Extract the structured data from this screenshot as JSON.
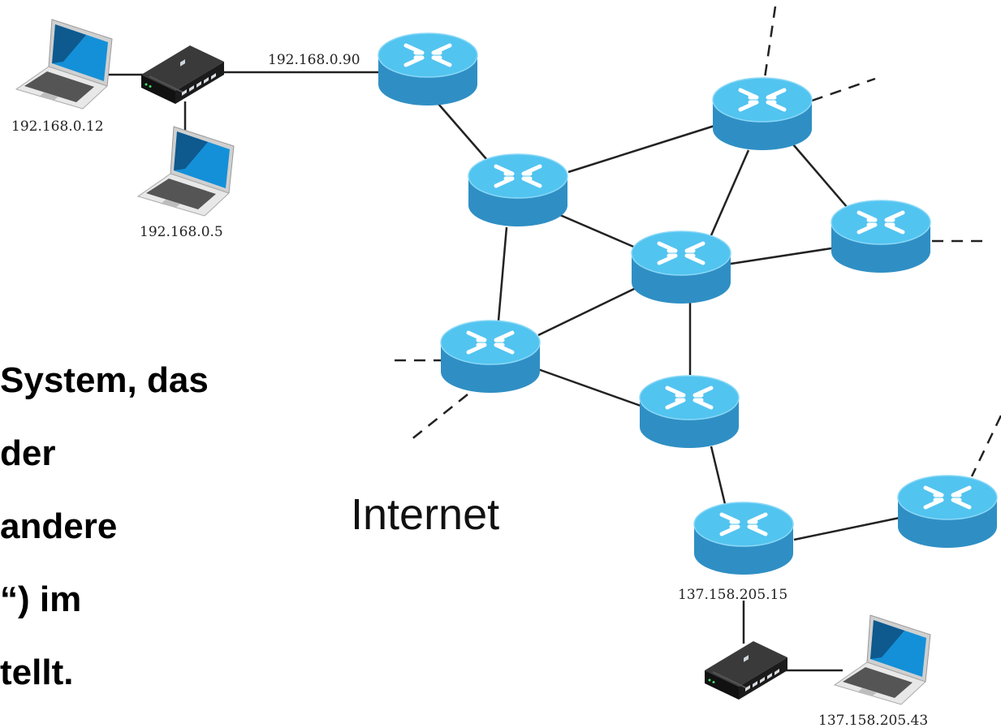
{
  "text_fragments": [
    "System, das",
    "der",
    "andere",
    "“) im",
    "tellt."
  ],
  "internet_label": "Internet",
  "ip_labels": {
    "laptop_a": "192.168.0.12",
    "laptop_b": "192.168.0.5",
    "router_uplink": "192.168.0.90",
    "router_bottom": "137.158.205.15",
    "laptop_c": "137.158.205.43"
  },
  "colors": {
    "router_top": "#52c4f0",
    "router_side": "#2f8fc4",
    "switch_body": "#1b1b1b",
    "screen": "#1490d8",
    "link": "#222222"
  },
  "icons": {
    "router": "router-icon",
    "switch": "switch-icon",
    "laptop": "laptop-icon"
  }
}
